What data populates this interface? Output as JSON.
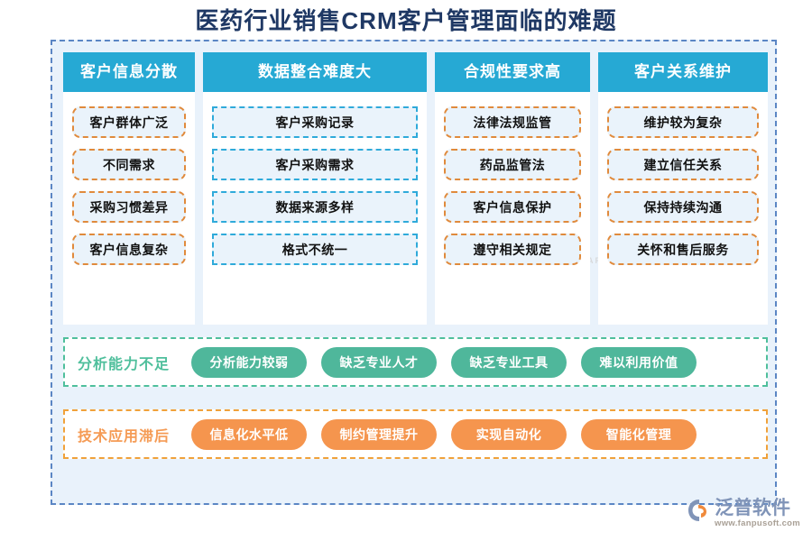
{
  "page": {
    "title": "医药行业销售CRM客户管理面临的难题",
    "title_color": "#1F3864",
    "panel_bg": "#E9F2FB",
    "panel_border_color": "#5B86C4"
  },
  "watermark": {
    "main": "泛普软件",
    "sub": "FANPU SOFTWARE"
  },
  "columns": [
    {
      "header": "客户信息分散",
      "header_bg": "#26A9D4",
      "chip_style": "orange",
      "items": [
        "客户群体广泛",
        "不同需求",
        "采购习惯差异",
        "客户信息复杂"
      ]
    },
    {
      "header": "数据整合难度大",
      "header_bg": "#26A9D4",
      "chip_style": "cyan",
      "items": [
        "客户采购记录",
        "客户采购需求",
        "数据来源多样",
        "格式不统一"
      ]
    },
    {
      "header": "合规性要求高",
      "header_bg": "#26A9D4",
      "chip_style": "orange",
      "items": [
        "法律法规监管",
        "药品监管法",
        "客户信息保护",
        "遵守相关规定"
      ]
    },
    {
      "header": "客户关系维护",
      "header_bg": "#26A9D4",
      "chip_style": "orange",
      "items": [
        "维护较为复杂",
        "建立信任关系",
        "保持持续沟通",
        "关怀和售后服务"
      ]
    }
  ],
  "bands": [
    {
      "label": "分析能力不足",
      "color": "#4FBF9C",
      "pill_style": "green",
      "pills": [
        "分析能力较弱",
        "缺乏专业人才",
        "缺乏专业工具",
        "难以利用价值"
      ]
    },
    {
      "label": "技术应用滞后",
      "color": "#F59B55",
      "pill_style": "orange",
      "pills": [
        "信息化水平低",
        "制约管理提升",
        "实现自动化",
        "智能化管理"
      ]
    }
  ],
  "footer": {
    "brand": "泛普软件",
    "url": "www.fanpusoft.com"
  }
}
